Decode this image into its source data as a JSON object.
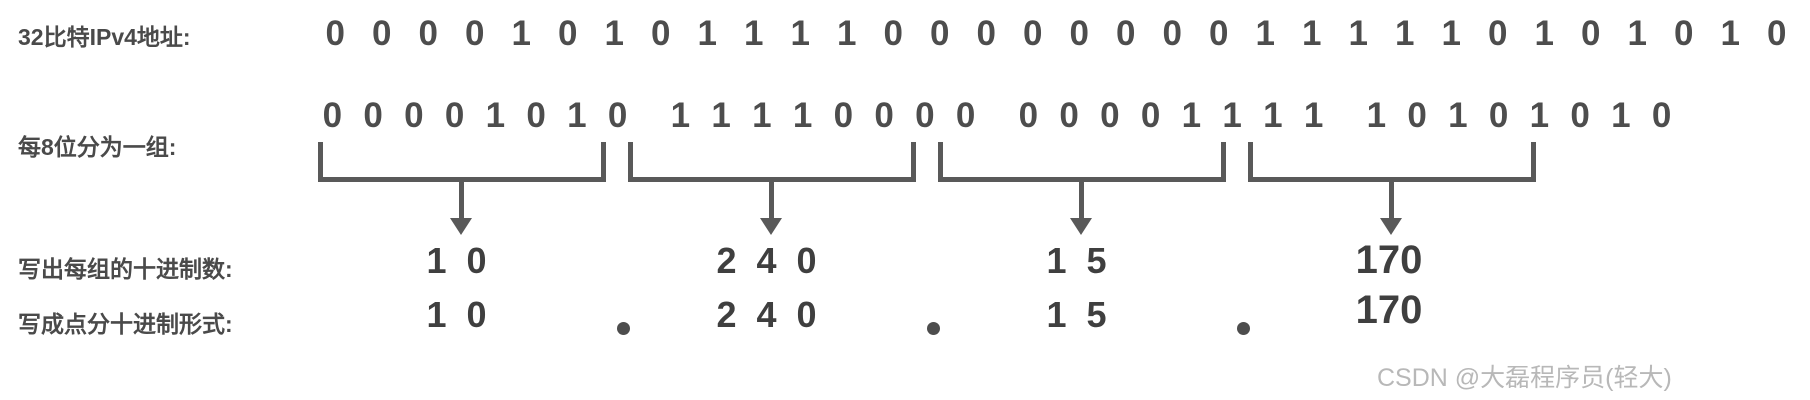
{
  "diagram": {
    "title": "IPv4 dotted-decimal conversion",
    "colors": {
      "ink": "#4d4d4d",
      "line": "#595959",
      "background": "#ffffff",
      "watermark": "#b8b8b8"
    }
  },
  "rows": {
    "address_label": "32比特IPv4地址:",
    "group_label": "每8位分为一组:",
    "decimal_label": "写出每组的十进制数:",
    "dotted_label": "写成点分十进制形式:"
  },
  "bits": {
    "continuous": "00001010111100000000111110101010",
    "groups": [
      "00001010",
      "11110000",
      "00001111",
      "10101010"
    ]
  },
  "decimals": [
    "1 0",
    "2 4 0",
    "1 5",
    "170"
  ],
  "dotted": {
    "octets": [
      "1 0",
      "2 4 0",
      "1 5",
      "170"
    ],
    "separator": "."
  },
  "watermark": "CSDN @大磊程序员(轻大)"
}
